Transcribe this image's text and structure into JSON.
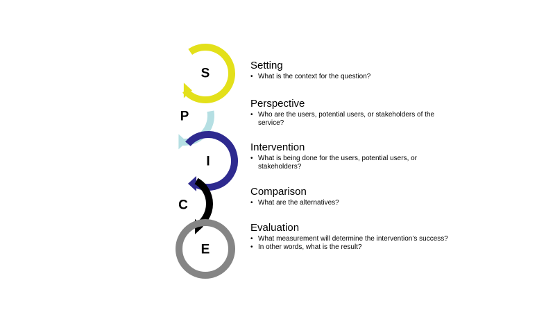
{
  "rings": [
    {
      "letter": "S",
      "color": "#e3e01a"
    },
    {
      "letter": "P",
      "color": "#b5dfe3"
    },
    {
      "letter": "I",
      "color": "#2e2a8f"
    },
    {
      "letter": "C",
      "color": "#000000"
    },
    {
      "letter": "E",
      "color": "#858585"
    }
  ],
  "sections": [
    {
      "title": "Setting",
      "bullets": [
        "What is the context for the question?"
      ]
    },
    {
      "title": "Perspective",
      "bullets": [
        "Who are the users, potential users, or stakeholders of the service?"
      ]
    },
    {
      "title": "Intervention",
      "bullets": [
        "What is being done for the users, potential users, or stakeholders?"
      ]
    },
    {
      "title": "Comparison",
      "bullets": [
        "What are the alternatives?"
      ]
    },
    {
      "title": "Evaluation",
      "bullets": [
        "What measurement will determine the intervention’s success?",
        "In other words, what is the result?"
      ]
    }
  ]
}
